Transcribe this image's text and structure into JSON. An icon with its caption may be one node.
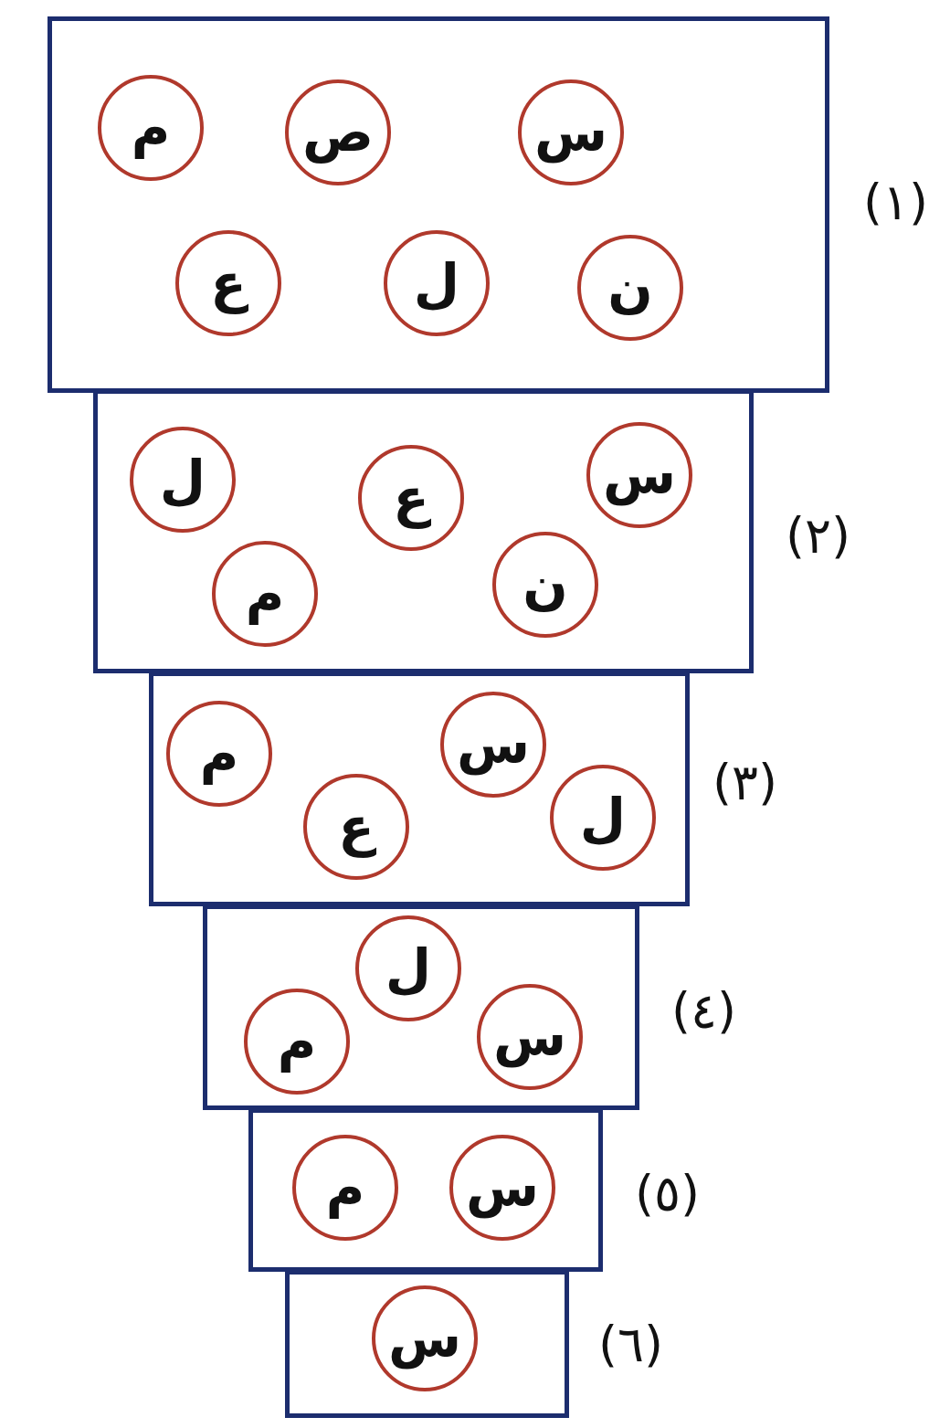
{
  "diagram": {
    "nodes": [
      {
        "text": [
          "(١)"
        ]
      },
      {
        "text": [
          "س"
        ],
        "in": 0
      },
      {
        "text": [
          "ص"
        ],
        "in": 0
      },
      {
        "text": [
          "م"
        ],
        "in": 0
      },
      {
        "text": [
          "ن"
        ],
        "in": 0
      },
      {
        "text": [
          "ل"
        ],
        "in": 0
      },
      {
        "text": [
          "ع"
        ],
        "in": 0
      },
      {
        "text": [
          "(٢)"
        ]
      },
      {
        "text": [
          "س"
        ],
        "in": 7
      },
      {
        "text": [
          "ع"
        ],
        "in": 7
      },
      {
        "text": [
          "ل"
        ],
        "in": 7
      },
      {
        "text": [
          "ن"
        ],
        "in": 7
      },
      {
        "text": [
          "م"
        ],
        "in": 7
      },
      {
        "text": [
          "(٣)"
        ]
      },
      {
        "text": [
          "س"
        ],
        "in": 13
      },
      {
        "text": [
          "م"
        ],
        "in": 13
      },
      {
        "text": [
          "ل"
        ],
        "in": 13
      },
      {
        "text": [
          "ع"
        ],
        "in": 13
      },
      {
        "text": [
          "(٤)"
        ]
      },
      {
        "text": [
          "ل"
        ],
        "in": 18
      },
      {
        "text": [
          "س"
        ],
        "in": 18
      },
      {
        "text": [
          "م"
        ],
        "in": 18
      },
      {
        "text": [
          "(٥)"
        ]
      },
      {
        "text": [
          "س"
        ],
        "in": 22
      },
      {
        "text": [
          "م"
        ],
        "in": 22
      },
      {
        "text": [
          "(٦)"
        ]
      },
      {
        "text": [
          "س"
        ],
        "in": 25
      }
    ]
  }
}
